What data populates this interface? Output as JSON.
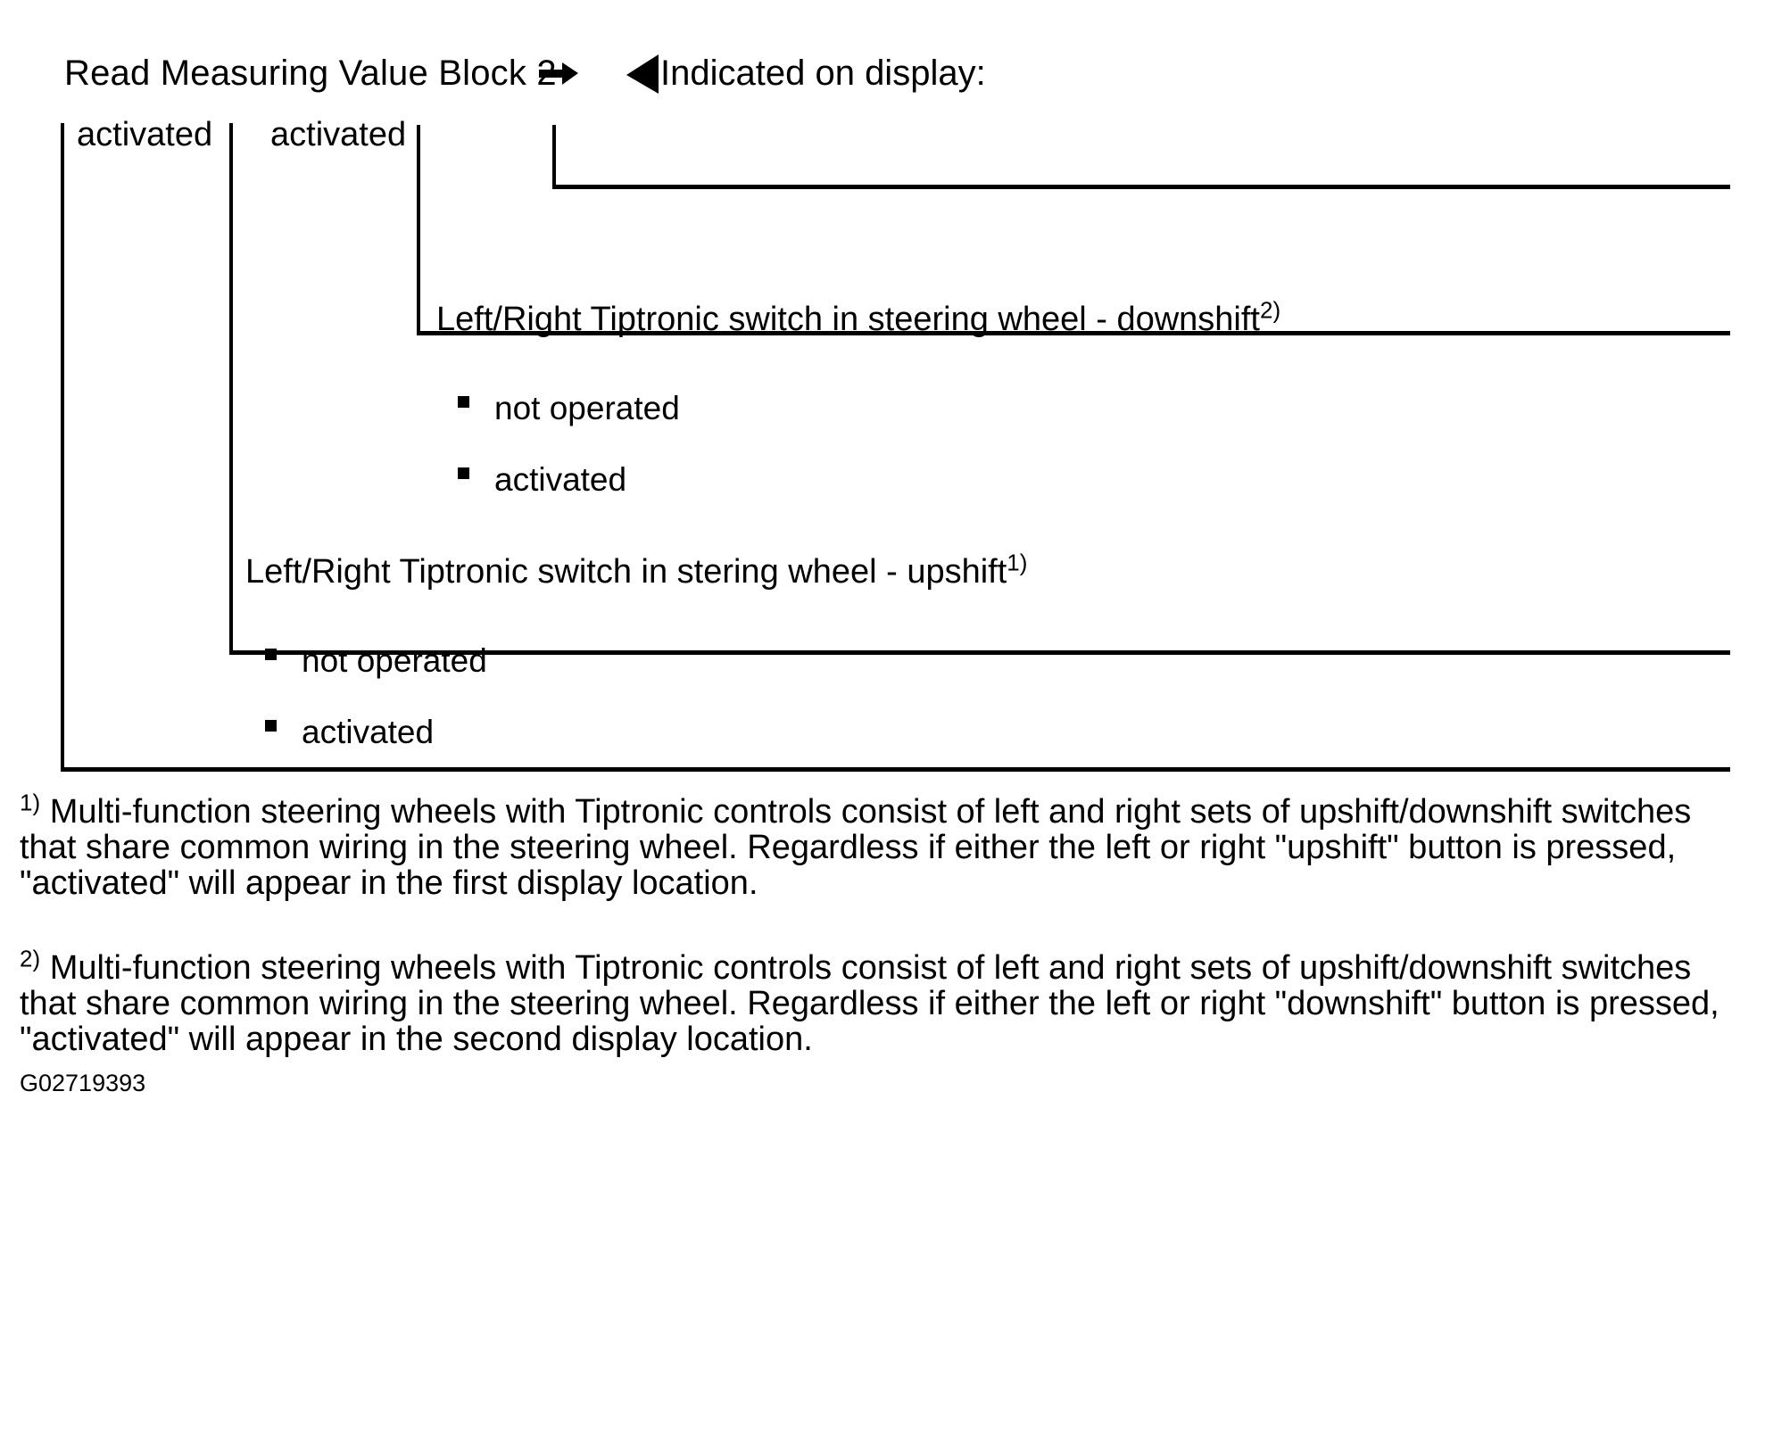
{
  "header": {
    "title": "Read Measuring Value Block 2",
    "arrow_icon": "arrow-right-icon",
    "marker_icon": "left-triangle-icon",
    "indicated_label": "Indicated on display:"
  },
  "columns": [
    {
      "label": "activated"
    },
    {
      "label": "activated"
    }
  ],
  "sections": [
    {
      "id": "downshift",
      "heading": "Left/Right Tiptronic switch in steering wheel - downshift",
      "footnote_ref": "2)",
      "options": [
        {
          "label": "not operated"
        },
        {
          "label": "activated"
        }
      ]
    },
    {
      "id": "upshift",
      "heading": "Left/Right Tiptronic switch in stering wheel - upshift",
      "footnote_ref": "1)",
      "options": [
        {
          "label": "not operated"
        },
        {
          "label": "activated"
        }
      ]
    }
  ],
  "footnotes": [
    {
      "marker": "1)",
      "text": "Multi-function steering wheels with Tiptronic controls consist of left and right sets of upshift/downshift switches that share common wiring in the steering wheel. Regardless if either the left or right \"upshift\" button is pressed, \"activated\" will appear in the first display location."
    },
    {
      "marker": "2)",
      "text": "Multi-function steering wheels with Tiptronic controls consist of left and right sets of upshift/downshift switches that share common wiring in the steering wheel. Regardless if either the left or right \"downshift\" button is pressed, \"activated\" will appear in the second display location."
    }
  ],
  "document_id": "G02719393",
  "colors": {
    "ink": "#000000",
    "paper": "#ffffff"
  }
}
